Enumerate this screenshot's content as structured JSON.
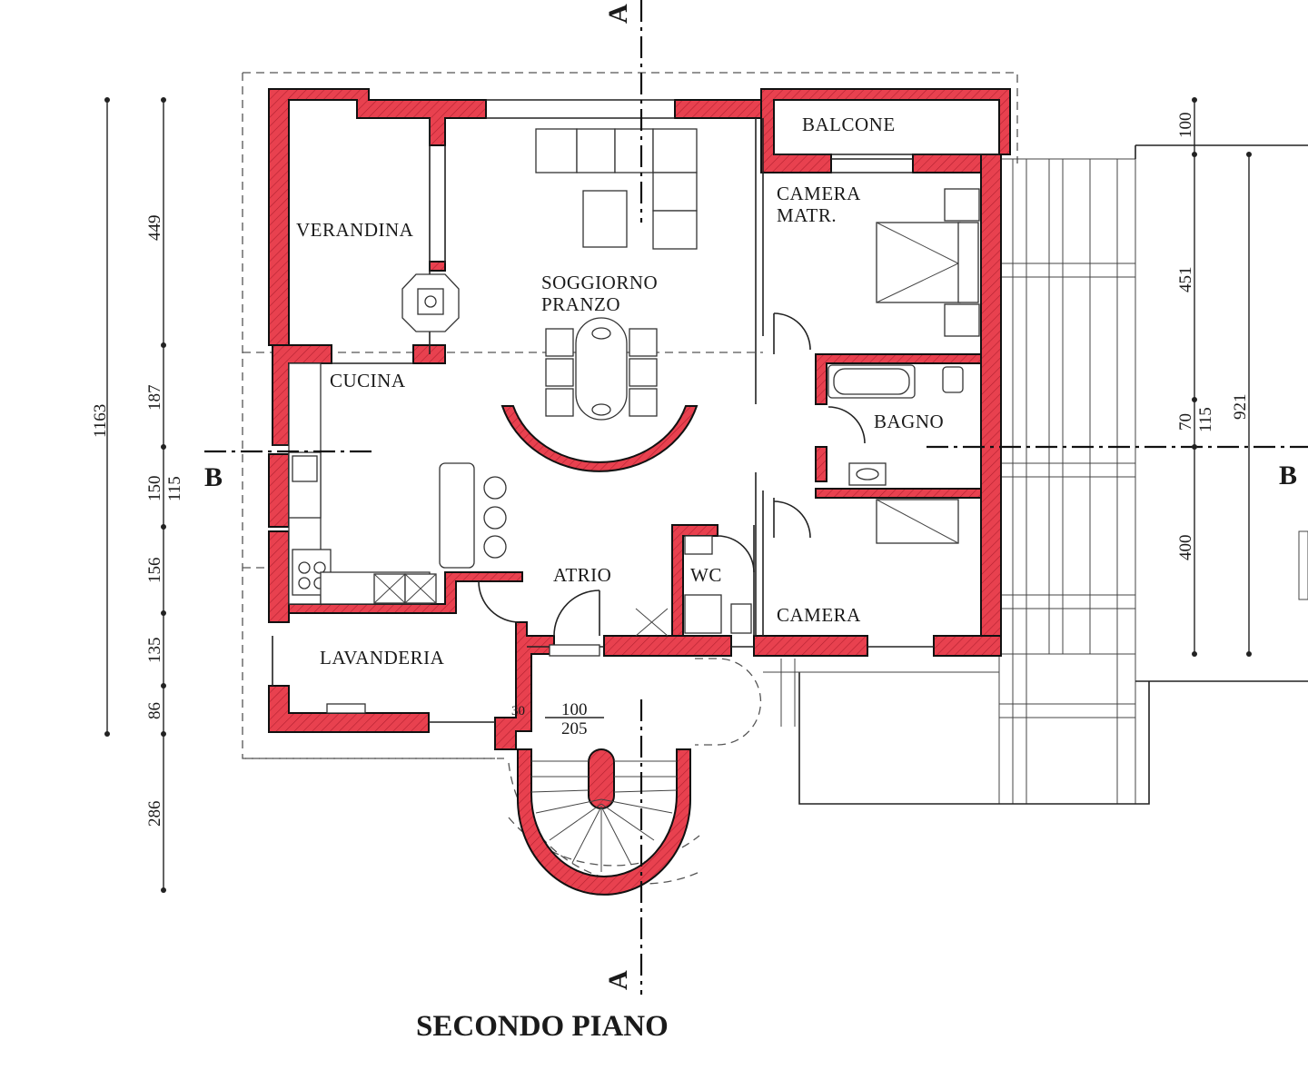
{
  "drawing": {
    "title": "SECONDO PIANO",
    "section_marks": {
      "vertical": "A",
      "horizontal": "B"
    },
    "colors": {
      "wall_fill": "#e8414f",
      "outline": "#111111",
      "background": "#ffffff"
    }
  },
  "rooms": {
    "verandina": "VERANDINA",
    "soggiorno_line1": "SOGGIORNO",
    "soggiorno_line2": "PRANZO",
    "balcone": "BALCONE",
    "camera_matr_line1": "CAMERA",
    "camera_matr_line2": "MATR.",
    "cucina": "CUCINA",
    "bagno": "BAGNO",
    "atrio": "ATRIO",
    "wc": "WC",
    "camera": "CAMERA",
    "lavanderia": "LAVANDERIA"
  },
  "dimensions": {
    "left_total": "1163",
    "left_chain": [
      "449",
      "187",
      "150",
      "156",
      "135",
      "86",
      "286"
    ],
    "left_extra": "115",
    "right_chain": [
      "100",
      "451",
      "70",
      "400"
    ],
    "right_extra": "115",
    "right_total": "921",
    "stair_top": "100",
    "stair_bottom": "205",
    "stair_side": "30"
  }
}
